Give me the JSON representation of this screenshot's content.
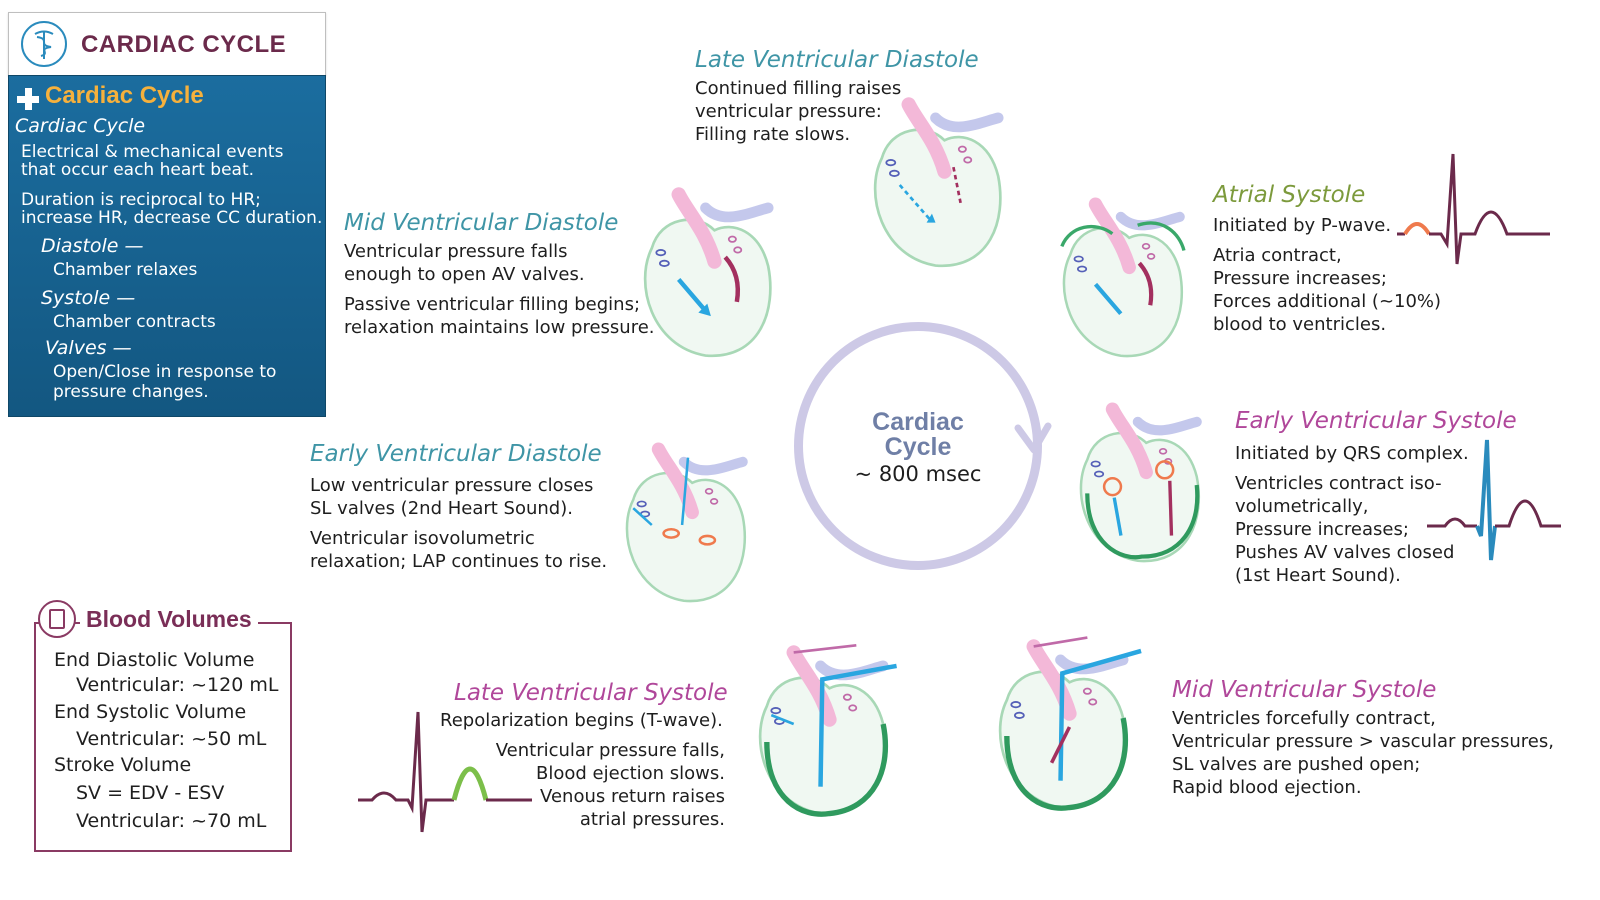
{
  "header": {
    "title": "CARDIAC CYCLE"
  },
  "summary": {
    "section_title": "Cardiac Cycle",
    "def_term": "Cardiac Cycle",
    "def_text_1": "Electrical & mechanical events",
    "def_text_2": "that occur each heart beat.",
    "duration_1": "Duration is reciprocal to HR;",
    "duration_2": "increase HR, decrease CC duration.",
    "diastole_term": "Diastole —",
    "diastole_def": "Chamber relaxes",
    "systole_term": "Systole —",
    "systole_def": "Chamber contracts",
    "valves_term": "Valves —",
    "valves_def_1": "Open/Close in response to",
    "valves_def_2": "pressure changes."
  },
  "center": {
    "title_1": "Cardiac",
    "title_2": "Cycle",
    "duration": "~ 800 msec"
  },
  "phases": {
    "late_vent_diastole": {
      "title": "Late Ventricular Diastole",
      "lines": [
        "Continued filling raises",
        "ventricular pressure:",
        "Filling rate slows."
      ]
    },
    "mid_vent_diastole": {
      "title": "Mid Ventricular Diastole",
      "p1": [
        "Ventricular pressure falls",
        "enough to open AV valves."
      ],
      "p2": [
        "Passive ventricular filling begins;",
        "relaxation maintains low pressure."
      ]
    },
    "atrial_systole": {
      "title": "Atrial Systole",
      "p1": [
        "Initiated by P-wave."
      ],
      "p2": [
        "Atria contract,",
        "Pressure increases;",
        "Forces additional (~10%)",
        "blood to ventricles."
      ]
    },
    "early_vent_diastole": {
      "title": "Early Ventricular Diastole",
      "p1": [
        "Low ventricular pressure closes",
        "SL valves (2nd Heart Sound)."
      ],
      "p2": [
        "Ventricular isovolumetric",
        "relaxation; LAP continues to rise."
      ]
    },
    "early_vent_systole": {
      "title": "Early Ventricular Systole",
      "p1": [
        "Initiated by QRS complex."
      ],
      "p2": [
        "Ventricles contract iso-",
        "volumetrically,",
        "Pressure increases;",
        "Pushes AV valves closed",
        "(1st Heart Sound)."
      ]
    },
    "late_vent_systole": {
      "title": "Late Ventricular Systole",
      "p1": [
        "Repolarization begins (T-wave)."
      ],
      "p2": [
        "Ventricular pressure falls,",
        "Blood ejection slows.",
        "Venous return raises",
        "atrial pressures."
      ]
    },
    "mid_vent_systole": {
      "title": "Mid Ventricular Systole",
      "lines": [
        "Ventricles forcefully contract,",
        "Ventricular pressure > vascular pressures,",
        "SL valves are pushed open;",
        "Rapid blood ejection."
      ]
    }
  },
  "blood_volumes": {
    "title": "Blood Volumes",
    "edv_label": "End Diastolic Volume",
    "edv_value": "Ventricular: ~120 mL",
    "esv_label": "End Systolic Volume",
    "esv_value": "Ventricular: ~50 mL",
    "sv_label": "Stroke Volume",
    "sv_formula": "SV = EDV - ESV",
    "sv_value": "Ventricular: ~70 mL"
  },
  "colors": {
    "brand_maroon": "#6b2a4b",
    "summary_blue": "#1b6d9f",
    "summary_accent": "#f6b13c",
    "diastole_teal": "#3f95a6",
    "atrial_green": "#7c9a3c",
    "systole_pink": "#b0479a",
    "cycle_ring": "#cdc9e6"
  },
  "icons": [
    "caduceus-icon",
    "plus-icon",
    "calculator-icon",
    "heart-diagram",
    "ecg-trace",
    "cycle-arrow"
  ]
}
